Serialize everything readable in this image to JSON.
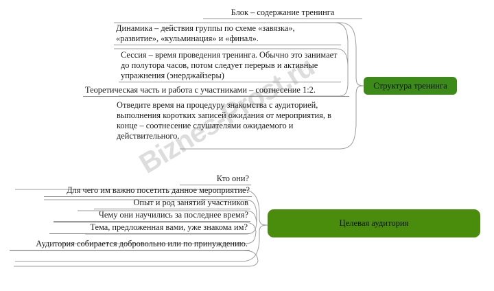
{
  "diagram": {
    "type": "mind-map",
    "watermark": "Biznes-Prost.ru",
    "palette": {
      "branch_green_small": "#3c8a18",
      "branch_green_large": "#4a8c0c",
      "line": "#9b9b9b",
      "underline": "#8d8d8d",
      "text": "#1b1b1b",
      "background": "#ffffff",
      "watermark": "#d8d8d8"
    },
    "branches": [
      {
        "id": "struktura-treninga",
        "label": "Структура тренинга",
        "label_color": "#3c8a18",
        "topics": [
          {
            "id": "blok-soderzhanie",
            "text": "Блок – содержание тренинга",
            "align": "center"
          },
          {
            "id": "dinamika",
            "text": "Динамика – действия группы по схеме «завязка», «развитие», «кульминация» и «финал».",
            "align": "left"
          },
          {
            "id": "sessiya",
            "text": "Сессия – время проведения тренинга. Обычно это занимает до полутора часов, потом следует перерыв и активные упражнения (энерджайзеры)",
            "align": "left"
          },
          {
            "id": "teoreticheskaya-chast",
            "text": "Теоретическая часть и работа с участниками – соотнесение 1:2.",
            "align": "left"
          },
          {
            "id": "otvedite-vremya",
            "text": "Отведите время на процедуру знакомства с аудиторией, выполнения коротких записей ожидания от мероприятия, в конце – соотнесение слушателями ожидаемого и действительного.",
            "align": "left"
          }
        ]
      },
      {
        "id": "celevaya-auditoriya",
        "label": "Целевая аудитория",
        "label_color": "#4a8c0c",
        "topics": [
          {
            "id": "kto-oni",
            "text": "Кто они?",
            "align": "right"
          },
          {
            "id": "dlya-chego-vazhno",
            "text": "Для чего им важно посетить данное мероприятие?",
            "align": "right"
          },
          {
            "id": "opyt-i-rod-zanyatij",
            "text": "Опыт и род занятий участников",
            "align": "right"
          },
          {
            "id": "chemu-nauchilis",
            "text": "Чему они научились за последнее время?",
            "align": "right"
          },
          {
            "id": "tema-znakoma",
            "text": "Тема, предложенная вами, уже знакома им?",
            "align": "right"
          },
          {
            "id": "auditoriya-dobrovolno",
            "text": "Аудитория собирается добровольно или по принуждению.",
            "align": "right"
          }
        ]
      }
    ]
  }
}
